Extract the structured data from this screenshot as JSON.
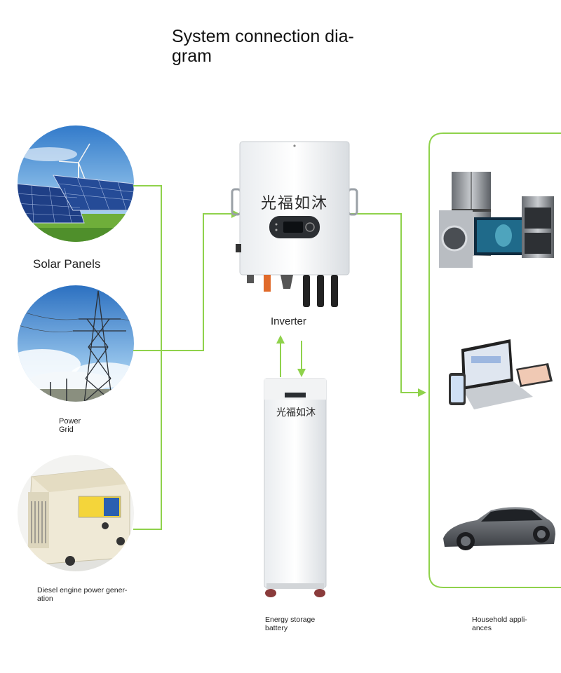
{
  "title": "System connection dia-\ngram",
  "title_line1": "System connection dia-",
  "title_line2": "gram",
  "sources": {
    "solar_label": "Solar Panels",
    "grid_label_line1": "Power",
    "grid_label_line2": "Grid",
    "diesel_label_line1": "Diesel engine power gener-",
    "diesel_label_line2": "ation"
  },
  "inverter": {
    "label": "Inverter",
    "brand": "光福如沐"
  },
  "battery": {
    "label_line1": "Energy storage",
    "label_line2": "battery",
    "brand": "光福如沐"
  },
  "loads": {
    "label_line1": "Household appli-",
    "label_line2": "ances"
  },
  "colors": {
    "connector": "#8fd24b",
    "panel_border": "#8fd24b"
  },
  "icons": [
    "solar-panel-photo",
    "power-grid-photo",
    "diesel-generator-photo",
    "inverter-photo",
    "battery-photo",
    "appliances-photo",
    "devices-photo",
    "car-photo"
  ]
}
